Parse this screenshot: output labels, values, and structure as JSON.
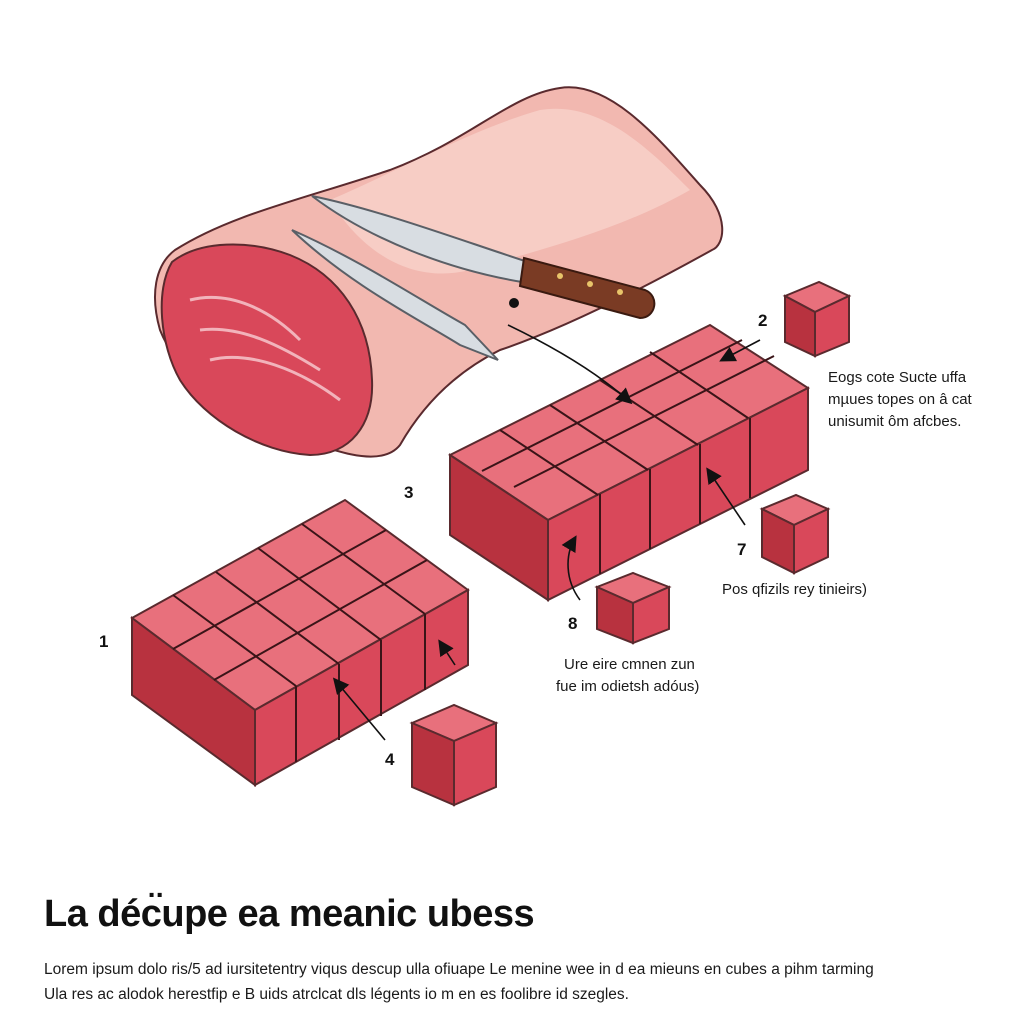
{
  "colors": {
    "fat": "#f2b8b0",
    "fat_light": "#f8d2cb",
    "meat": "#d9485a",
    "meat_dark": "#b8323f",
    "meat_light": "#e8707c",
    "marbling": "#f6c7cc",
    "outline": "#5a2a2e",
    "knife_blade": "#d8dde2",
    "knife_handle": "#7a3b24",
    "ink": "#111111"
  },
  "icons": [
    "knife-icon"
  ],
  "step_labels": [
    "1",
    "2",
    "3",
    "4",
    "7",
    "8"
  ],
  "annotations": {
    "top_right": [
      "Eogs cote Sucte uffa",
      "mµues topes on â cat",
      "unisumit ôm afcbes."
    ],
    "mid_right": "Pos qfizils rey tinieirs)",
    "lower_center": [
      "Ure eire cmnen zun",
      "fue im odietsh adóus)"
    ]
  },
  "title": "La déc̈upe ea meanic ubess",
  "body": [
    "Lorem ipsum dolo ris/5 ad iursitetentry viqus descup ulla ofiuape Le menine wee in d ea mieuns en cubes a pihm tarming",
    "Ula res ac alodok herestfip e B uids atrclcat dls légents io m en es foolibre id szegles."
  ]
}
